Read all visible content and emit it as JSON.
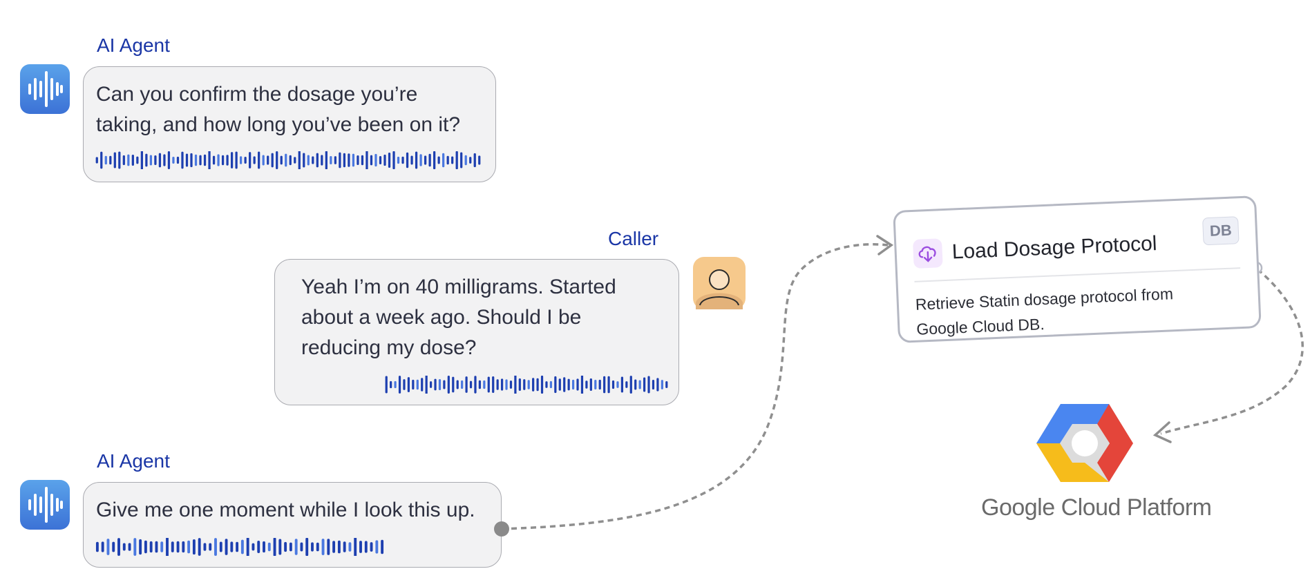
{
  "messages": [
    {
      "speaker": "AI Agent",
      "text_line1": "Can you confirm the dosage you’re",
      "text_line2": "taking, and how long you’ve been on it?"
    },
    {
      "speaker": "Caller",
      "text_line1": "Yeah I’m on 40 milligrams. Started",
      "text_line2": "about a week ago. Should I be",
      "text_line3": "reducing my dose?"
    },
    {
      "speaker": "AI Agent",
      "text_line1": "Give me one moment while I look this up."
    }
  ],
  "tool_node": {
    "icon": "cloud-download-icon",
    "title": "Load Dosage Protocol",
    "badge": "DB",
    "description_line1": "Retrieve Statin dosage protocol from",
    "description_line2": "Google Cloud DB."
  },
  "integration": {
    "logo": "google-cloud-logo",
    "brand_word": "Google",
    "product_words": "Cloud Platform"
  },
  "colors": {
    "speaker_label": "#1a36a6",
    "bubble_bg": "#f2f2f3",
    "waveform": "#1d3fb0",
    "connector": "#8f8f8f",
    "gcp_blue": "#4a86f0",
    "gcp_red": "#e4453a",
    "gcp_yellow": "#f6bc1b",
    "gcp_gray": "#dcdcdc"
  },
  "icons": {
    "agent_avatar": "waveform-icon",
    "caller_avatar": "person-icon"
  }
}
